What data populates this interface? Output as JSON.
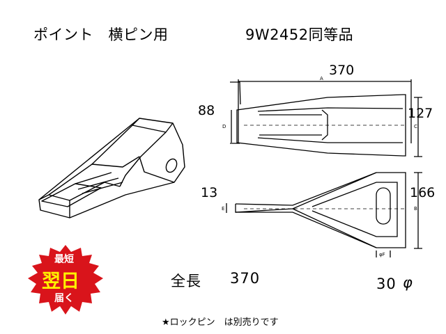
{
  "header": {
    "title_left": "ポイント　横ピン用",
    "title_right": "9W2452同等品"
  },
  "dimensions": {
    "length": "370",
    "height_left": "88",
    "height_right": "127",
    "pin_offset": "13",
    "side_height": "166",
    "total_label": "全長",
    "total_value": "370",
    "pin_diameter": "30",
    "diameter_symbol": "φ"
  },
  "drawing_labels": {
    "a": "A",
    "d": "D",
    "c": "C",
    "e": "E",
    "b": "B",
    "f": "φF"
  },
  "badge": {
    "line1": "最短",
    "line2": "翌日",
    "line3": "届く",
    "color": "#d9141b"
  },
  "footer": {
    "note": "★ロックピン　は別売りです"
  }
}
